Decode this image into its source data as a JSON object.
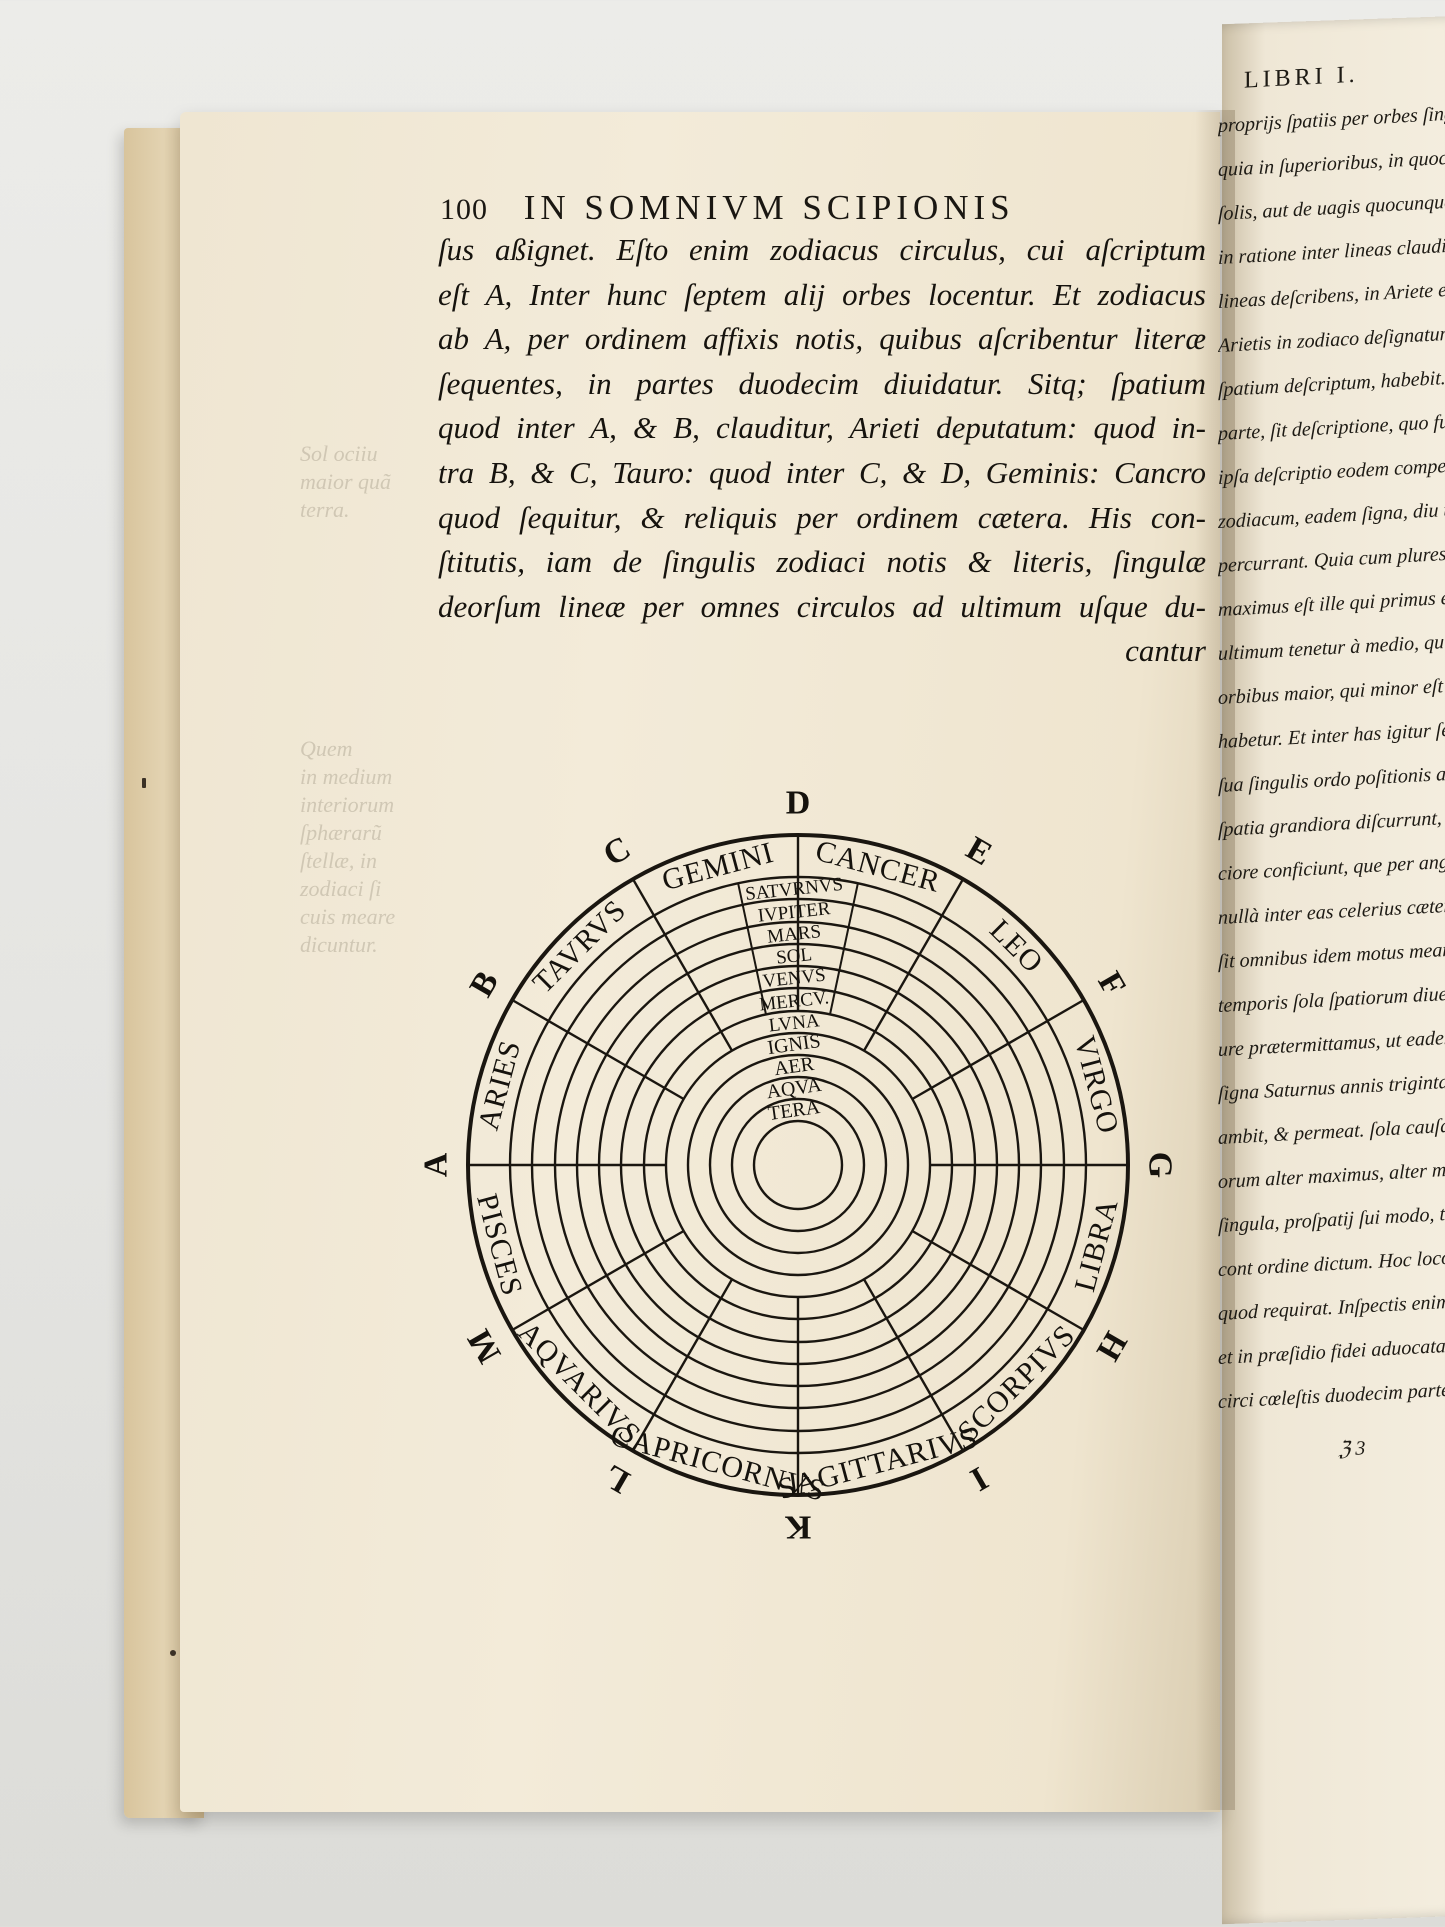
{
  "running_header": {
    "page_number": "100",
    "title": "IN SOMNIVM SCIPIONIS"
  },
  "body_lines": [
    "ſus aßignet. Eſto enim zodiacus circulus, cui aſcriptum",
    "eſt A, Inter hunc ſeptem alij orbes locentur. Et zodiacus",
    "ab A, per ordinem affixis notis, quibus aſcribentur literæ",
    "ſequentes, in partes duodecim diuidatur. Sitq; ſpatium",
    "quod inter A, & B, clauditur, Arieti deputatum: quod in-",
    "tra B, & C, Tauro: quod inter C, & D, Geminis: Cancro",
    "quod ſequitur, & reliquis per ordinem cætera. His con-",
    "ſtitutis, iam de ſingulis zodiaci notis & literis, ſingulæ",
    "deorſum lineæ per omnes circulos ad ultimum uſque du-",
    "cantur"
  ],
  "diagram": {
    "zodiac_signs": [
      "ARIES",
      "TAVRVS",
      "GEMINI",
      "CANCER",
      "LEO",
      "VIRGO",
      "LIBRA",
      "SCORPIVS",
      "SAGITTARIVS",
      "CAPRICORNVS",
      "AQVARIVS",
      "PISCES"
    ],
    "outer_letters": [
      "A",
      "B",
      "C",
      "D",
      "E",
      "F",
      "G",
      "H",
      "I",
      "K",
      "L",
      "M"
    ],
    "planet_rings": [
      "SATVRNVS",
      "IVPITER",
      "MARS",
      "SOL",
      "VENVS",
      "MERCV.",
      "LVNA"
    ],
    "element_rings": [
      "IGNIS",
      "AER",
      "AQVA",
      "TERA"
    ]
  },
  "right_page": {
    "header": "LIBRI I.",
    "lines": [
      "proprijs ſpatiis per orbes ſingulos diuidantur per",
      "quia in ſuperioribus, in quocunque igitur circulo ſi",
      "ſolis, aut de uagis quocunque diſcurrat ab",
      "in ratione inter lineas clauditur ab A, & B,",
      "lineas deſcribens, in Ariete eſſe dicetur, quia illis",
      "Arietis in zodiaco deſignatum ſuper",
      "ſpatium deſcriptum, habebit. Similiter in quocu",
      "parte, ſit deſcriptione, quo fuerit, eſſe dicetur.",
      "ipſa deſcriptio eodem compendio nos docebit,",
      "zodiacum, eadem ſigna, diu tempore longiore,",
      "percurrant. Quia cum plures orbes intra ſe",
      "maximus eſt ille qui primus eſt, et minimus",
      "ultimum tenetur à medio, qui ſummo propior",
      "orbibus maior, qui minor eſt ultimo, breuior ſu",
      "habetur. Et inter has igitur ſepte ſpheras gra-",
      "ſua ſingulis ordo poſitionis aſcripſit. Ideo ſtel",
      "ſpatia grandiora diſcurrunt, ambitum ſuum te",
      "ciore conficiunt, que per anguſta, breuiore. Con",
      "nullà inter eas celerius cæteris tardius ue proce-",
      "ſit omnibus idem motus meandi tantà eius di",
      "temporis ſola ſpatiorum diuerſitas facit. Nam ut",
      "ure prætermittamus, ut eadem ſæpe repetantur,",
      "ſigna Saturnus annis triginta, luna diebus ui",
      "ambit, & permeat. ſola cauſa in qualitate eſt cir",
      "orum alter maximus, alter minimus. Ergo et cæ",
      "ſingula, proſpatij ſui modo, tempus meandi au",
      "cont ordine dictum. Hoc loco diligens uerum diſcu",
      "quod requirat. Inſpectis enim zodiaci notis,",
      "et in præſidio fidei aduocata deſcriptio: Qui",
      "circi cœleſtis duodecim partes aut inuen"
    ],
    "footer_mark": "ℨ 3"
  },
  "left_margin_ghost": [
    "Sol ociiu",
    "maior quã",
    "terra.",
    "Quem",
    "in medium",
    "interiorum",
    "ſphærarũ",
    "ſtellæ, in",
    "zodiaci ſi",
    "cuis meare",
    "dicuntur."
  ]
}
